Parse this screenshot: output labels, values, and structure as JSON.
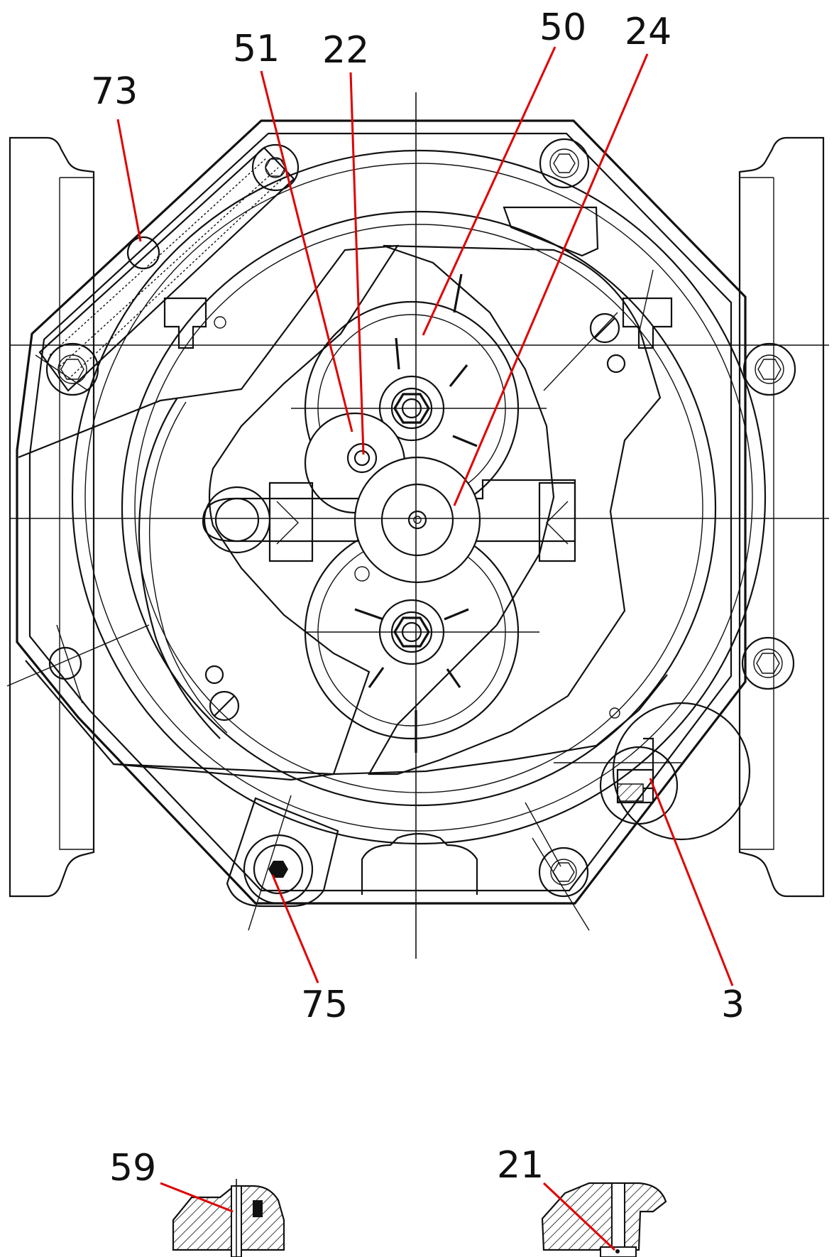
{
  "figure": {
    "labels": [
      {
        "id": "73",
        "text": "73"
      },
      {
        "id": "51",
        "text": "51"
      },
      {
        "id": "22",
        "text": "22"
      },
      {
        "id": "50",
        "text": "50"
      },
      {
        "id": "24",
        "text": "24"
      },
      {
        "id": "75",
        "text": "75"
      },
      {
        "id": "3",
        "text": "3"
      },
      {
        "id": "59",
        "text": "59"
      },
      {
        "id": "21",
        "text": "21"
      }
    ],
    "leader_color": "#e00000",
    "line_color": "#111111"
  }
}
